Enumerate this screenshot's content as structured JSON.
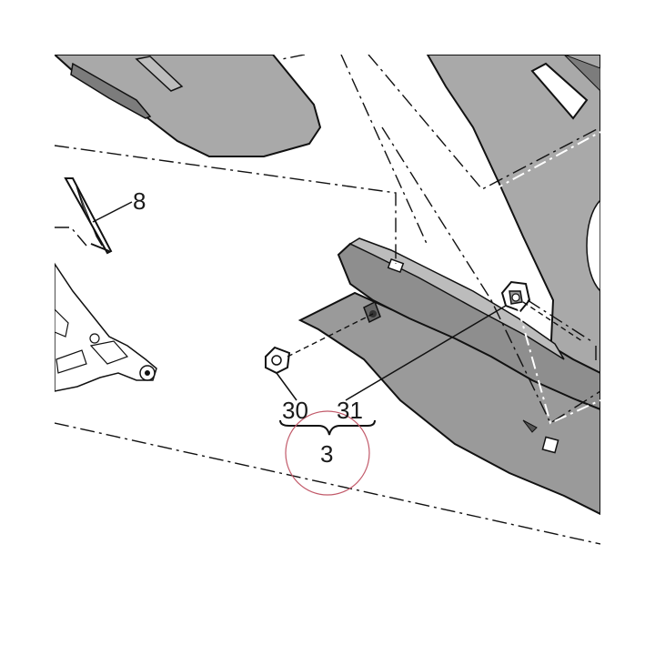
{
  "diagram": {
    "callouts": {
      "part_8": "8",
      "part_30": "30",
      "part_31": "31",
      "assembly_3": "3"
    },
    "colors": {
      "part_fill": "#a9a9a9",
      "part_dark": "#7c7c7c",
      "line": "#111111",
      "highlight_circle": "#c25a6a"
    }
  }
}
